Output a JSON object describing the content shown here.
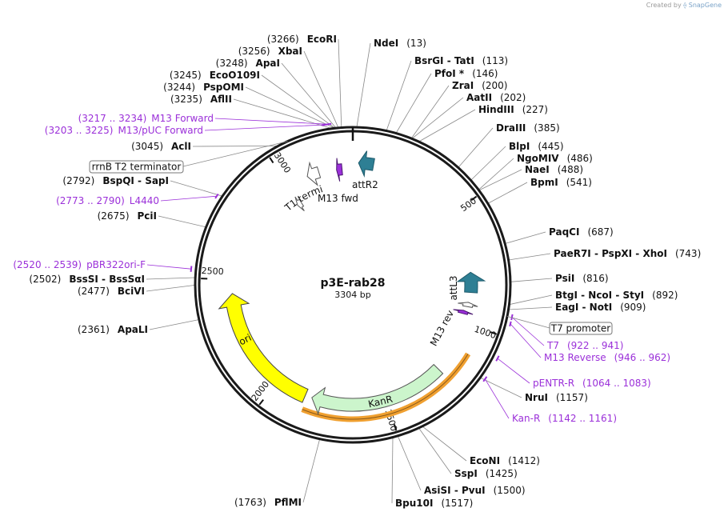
{
  "credit": {
    "prefix": "Created by",
    "brand": "SnapGene"
  },
  "plasmid": {
    "name": "p3E-rab28",
    "length_label": "3304 bp",
    "length": 3304
  },
  "colors": {
    "backbone": "#1a1a1a",
    "primer": "#9b30d9",
    "attr": "#2e7f94",
    "ori": "#ffff00",
    "kanr": "#ccf5cc",
    "orange": "#f0a030",
    "gray_feature": "#ffffff"
  },
  "ticks": [
    {
      "pos": 500,
      "label": "500"
    },
    {
      "pos": 1000,
      "label": "1000"
    },
    {
      "pos": 1500,
      "label": "1500"
    },
    {
      "pos": 2000,
      "label": "2000"
    },
    {
      "pos": 2500,
      "label": "2500"
    },
    {
      "pos": 3000,
      "label": "3000"
    }
  ],
  "sites_right": [
    {
      "pos": 13,
      "name": "NdeI",
      "coord": "(13)"
    },
    {
      "pos": 113,
      "name": "BsrGI - TatI",
      "coord": "(113)"
    },
    {
      "pos": 146,
      "name": "PfoI *",
      "coord": "(146)"
    },
    {
      "pos": 200,
      "name": "ZraI",
      "coord": "(200)"
    },
    {
      "pos": 202,
      "name": "AatII",
      "coord": "(202)"
    },
    {
      "pos": 227,
      "name": "HindIII",
      "coord": "(227)"
    },
    {
      "pos": 385,
      "name": "DraIII",
      "coord": "(385)"
    },
    {
      "pos": 445,
      "name": "BlpI",
      "coord": "(445)"
    },
    {
      "pos": 486,
      "name": "NgoMIV",
      "coord": "(486)"
    },
    {
      "pos": 488,
      "name": "NaeI",
      "coord": "(488)"
    },
    {
      "pos": 541,
      "name": "BpmI",
      "coord": "(541)"
    },
    {
      "pos": 687,
      "name": "PaqCI",
      "coord": "(687)"
    },
    {
      "pos": 743,
      "name": "PaeR7I - PspXI - XhoI",
      "coord": "(743)"
    },
    {
      "pos": 816,
      "name": "PsiI",
      "coord": "(816)"
    },
    {
      "pos": 892,
      "name": "BtgI - NcoI - StyI",
      "coord": "(892)"
    },
    {
      "pos": 909,
      "name": "EagI - NotI",
      "coord": "(909)"
    },
    {
      "pos": 1157,
      "name": "NruI",
      "coord": "(1157)"
    },
    {
      "pos": 1412,
      "name": "EcoNI",
      "coord": "(1412)"
    },
    {
      "pos": 1425,
      "name": "SspI",
      "coord": "(1425)"
    },
    {
      "pos": 1500,
      "name": "AsiSI - PvuI",
      "coord": "(1500)"
    },
    {
      "pos": 1517,
      "name": "Bpu10I",
      "coord": "(1517)"
    }
  ],
  "sites_left": [
    {
      "pos": 3266,
      "name": "EcoRI",
      "coord": "(3266)"
    },
    {
      "pos": 3256,
      "name": "XbaI",
      "coord": "(3256)"
    },
    {
      "pos": 3248,
      "name": "ApaI",
      "coord": "(3248)"
    },
    {
      "pos": 3245,
      "name": "EcoO109I",
      "coord": "(3245)"
    },
    {
      "pos": 3244,
      "name": "PspOMI",
      "coord": "(3244)"
    },
    {
      "pos": 3235,
      "name": "AflII",
      "coord": "(3235)"
    },
    {
      "pos": 3045,
      "name": "AclI",
      "coord": "(3045)"
    },
    {
      "pos": 2792,
      "name": "BspQI - SapI",
      "coord": "(2792)"
    },
    {
      "pos": 2675,
      "name": "PciI",
      "coord": "(2675)"
    },
    {
      "pos": 2502,
      "name": "BssSI - BssSαI",
      "coord": "(2502)"
    },
    {
      "pos": 2477,
      "name": "BciVI",
      "coord": "(2477)"
    },
    {
      "pos": 2361,
      "name": "ApaLI",
      "coord": "(2361)"
    },
    {
      "pos": 1763,
      "name": "PflMI",
      "coord": "(1763)"
    }
  ],
  "primers": [
    {
      "start": 3217,
      "end": 3234,
      "name": "M13 Forward",
      "coord": "(3217 .. 3234)",
      "side": "left"
    },
    {
      "start": 3203,
      "end": 3225,
      "name": "M13/pUC Forward",
      "coord": "(3203 .. 3225)",
      "side": "left"
    },
    {
      "start": 2773,
      "end": 2790,
      "name": "L4440",
      "coord": "(2773 .. 2790)",
      "side": "left"
    },
    {
      "start": 2520,
      "end": 2539,
      "name": "pBR322ori-F",
      "coord": "(2520 .. 2539)",
      "side": "left"
    },
    {
      "start": 922,
      "end": 941,
      "name": "T7",
      "coord": "(922 .. 941)",
      "side": "right"
    },
    {
      "start": 946,
      "end": 962,
      "name": "M13 Reverse",
      "coord": "(946 .. 962)",
      "side": "right"
    },
    {
      "start": 1064,
      "end": 1083,
      "name": "pENTR-R",
      "coord": "(1064 .. 1083)",
      "side": "right"
    },
    {
      "start": 1142,
      "end": 1161,
      "name": "Kan-R",
      "coord": "(1142 .. 1161)",
      "side": "right"
    }
  ],
  "boxed_features": [
    {
      "name": "rrnB T2 terminator",
      "side": "left"
    },
    {
      "name": "T7 promoter",
      "side": "right"
    }
  ],
  "features": {
    "attR2": "attR2",
    "m13fwd": "M13 fwd",
    "rrnb_t1": "rrnB T1 terminator",
    "attL3": "attL3",
    "m13rev": "M13 rev",
    "kanr": "KanR",
    "ori": "ori"
  }
}
